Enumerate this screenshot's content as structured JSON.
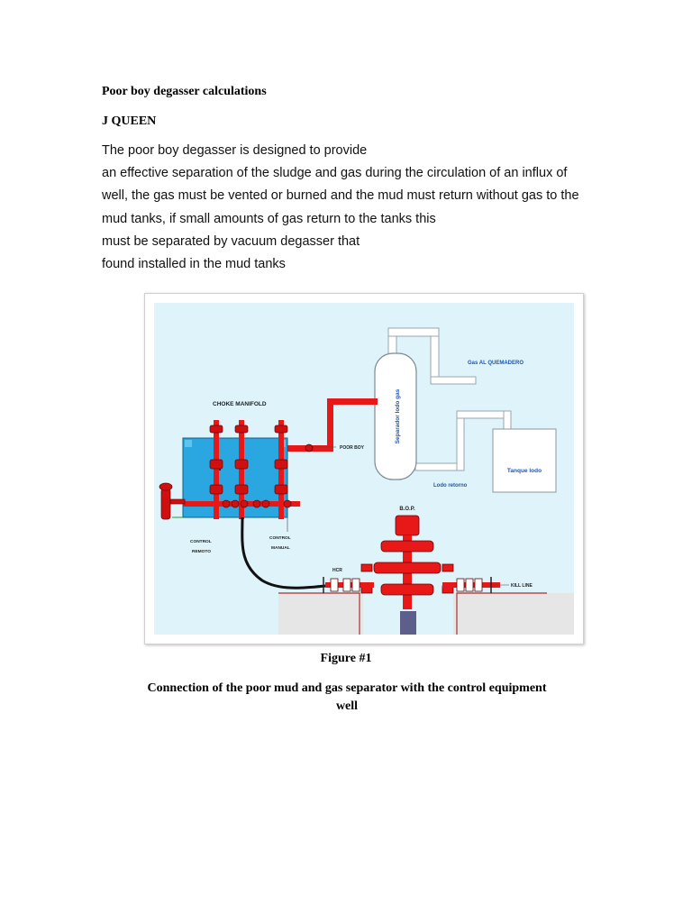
{
  "document": {
    "title": "Poor boy degasser calculations",
    "author": "J QUEEN",
    "paragraph_lines": [
      "The poor boy degasser is designed to provide",
      "an effective separation of the sludge and gas during the circulation of an influx of",
      "well, the gas must be vented or burned and the mud must return without gas to the",
      "mud tanks, if small amounts of gas return to the tanks this",
      "must be separated by vacuum degasser that",
      "found installed in the mud tanks"
    ]
  },
  "figure": {
    "number_label": "Figure #1",
    "caption_line1": "Connection of the poor mud and gas separator with the control equipment",
    "caption_line2": "well",
    "labels": {
      "gas_al_quemadero": "Gas AL QUEMADERO",
      "choke_manifold": "CHOKE MANIFOLD",
      "separador": "Separador lodo gas",
      "poor_boy": "POOR BOY",
      "tanque_lodo": "Tanque lodo",
      "lodo_retorno": "Lodo retorno",
      "bop": "B.O.P.",
      "control": "CONTROL",
      "remoto": "REMOTO",
      "manual": "MANUAL",
      "hcr": "HCR",
      "kill_line": "KILL LINE"
    },
    "colors": {
      "background": "#dff3fb",
      "pipe_red": "#e81818",
      "tank_blue": "#2aa7e0",
      "ground": "#e6e6e6"
    }
  }
}
